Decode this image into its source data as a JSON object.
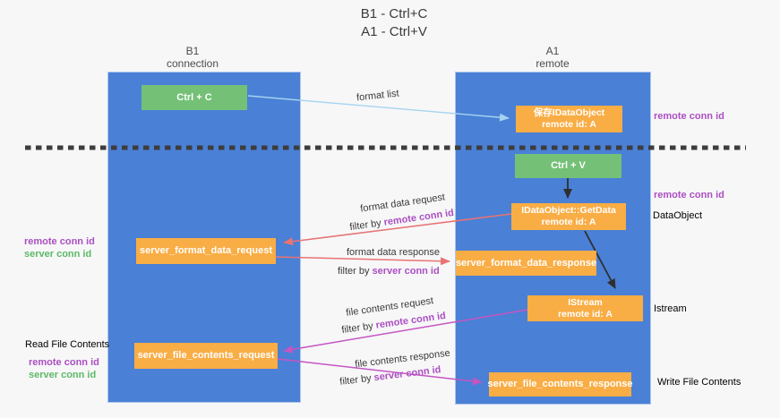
{
  "colors": {
    "bg": "#f7f7f8",
    "blue": "#4a80d6",
    "green": "#74c077",
    "orange": "#f9ad45",
    "red": "#e97373",
    "magenta": "#c455c3",
    "lightblue": "#a6d3ef",
    "black": "#2f2f2f",
    "dash": "#3d3d3d",
    "purple": "#ab4fc1",
    "labelgreen": "#5cb966"
  },
  "title": {
    "line1": "B1 - Ctrl+C",
    "line2": "A1 - Ctrl+V"
  },
  "columns": {
    "left": {
      "title": "B1",
      "subtitle": "connection"
    },
    "right": {
      "title": "A1",
      "subtitle": "remote"
    }
  },
  "nodes": {
    "ctrl_c": {
      "label": "Ctrl + C"
    },
    "saved_dataobject": {
      "line1": "保存IDataObject",
      "line2": "remote id: A"
    },
    "ctrl_v": {
      "label": "Ctrl + V"
    },
    "getdata": {
      "line1": "IDataObject::GetData",
      "line2": "remote id: A"
    },
    "format_request": {
      "label": "server_format_data_request"
    },
    "format_response": {
      "label": "server_format_data_response"
    },
    "istream": {
      "line1": "IStream",
      "line2": "remote id: A"
    },
    "file_request": {
      "label": "server_file_contents_request"
    },
    "file_response": {
      "label": "server_file_contents_response"
    }
  },
  "arrow_labels": {
    "format_list": "format list",
    "filter_prefix": "filter by ",
    "format_request_line1": "format data request",
    "format_request_filter": "remote conn id",
    "format_response_line1": "format data response",
    "format_response_filter": "server conn id",
    "file_request_line1": "file contents request",
    "file_request_filter": "remote conn id",
    "file_response_line1": "file contents response",
    "file_response_filter": "server conn id"
  },
  "side_labels": {
    "right_remote_conn_1": "remote conn id",
    "right_remote_conn_2": "remote conn id",
    "dataobject": "DataObject",
    "istream": "Istream",
    "write_file": "Write File Contents",
    "left_remote_conn_1": "remote conn id",
    "left_server_conn_1": "server conn id",
    "read_file": "Read File Contents",
    "left_remote_conn_2": "remote conn id",
    "left_server_conn_2": "server conn id"
  }
}
